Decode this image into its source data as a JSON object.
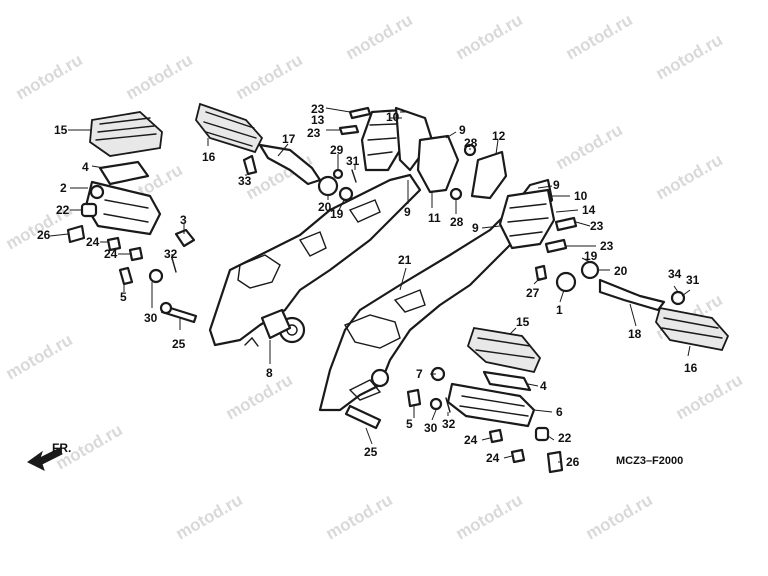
{
  "watermark": "motod.ru",
  "direction_label": "FR.",
  "diagram_code": "MCZ3–F2000",
  "callouts": {
    "c23a": "23",
    "c10a": "10",
    "c13": "13",
    "c23b": "23",
    "c17": "17",
    "c16a": "16",
    "c33": "33",
    "c29": "29",
    "c31a": "31",
    "c20a": "20",
    "c19a": "19",
    "c15a": "15",
    "c4a": "4",
    "c2": "2",
    "c22a": "22",
    "c26a": "26",
    "c24a": "24",
    "c24b": "24",
    "c3": "3",
    "c32a": "32",
    "c5a": "5",
    "c30a": "30",
    "c25a": "25",
    "c8": "8",
    "c9a": "9",
    "c11": "11",
    "c12": "12",
    "c28a": "28",
    "c28b": "28",
    "c9b": "9",
    "c9c": "9",
    "c10b": "10",
    "c14": "14",
    "c9d": "9",
    "c23c": "23",
    "c23d": "23",
    "c19b": "19",
    "c20b": "20",
    "c27": "27",
    "c1": "1",
    "c34": "34",
    "c31b": "31",
    "c18": "18",
    "c16b": "16",
    "c21": "21",
    "c15b": "15",
    "c7": "7",
    "c4b": "4",
    "c6": "6",
    "c5b": "5",
    "c30b": "30",
    "c32b": "32",
    "c22b": "22",
    "c24c": "24",
    "c24d": "24",
    "c26b": "26",
    "c25b": "25"
  }
}
